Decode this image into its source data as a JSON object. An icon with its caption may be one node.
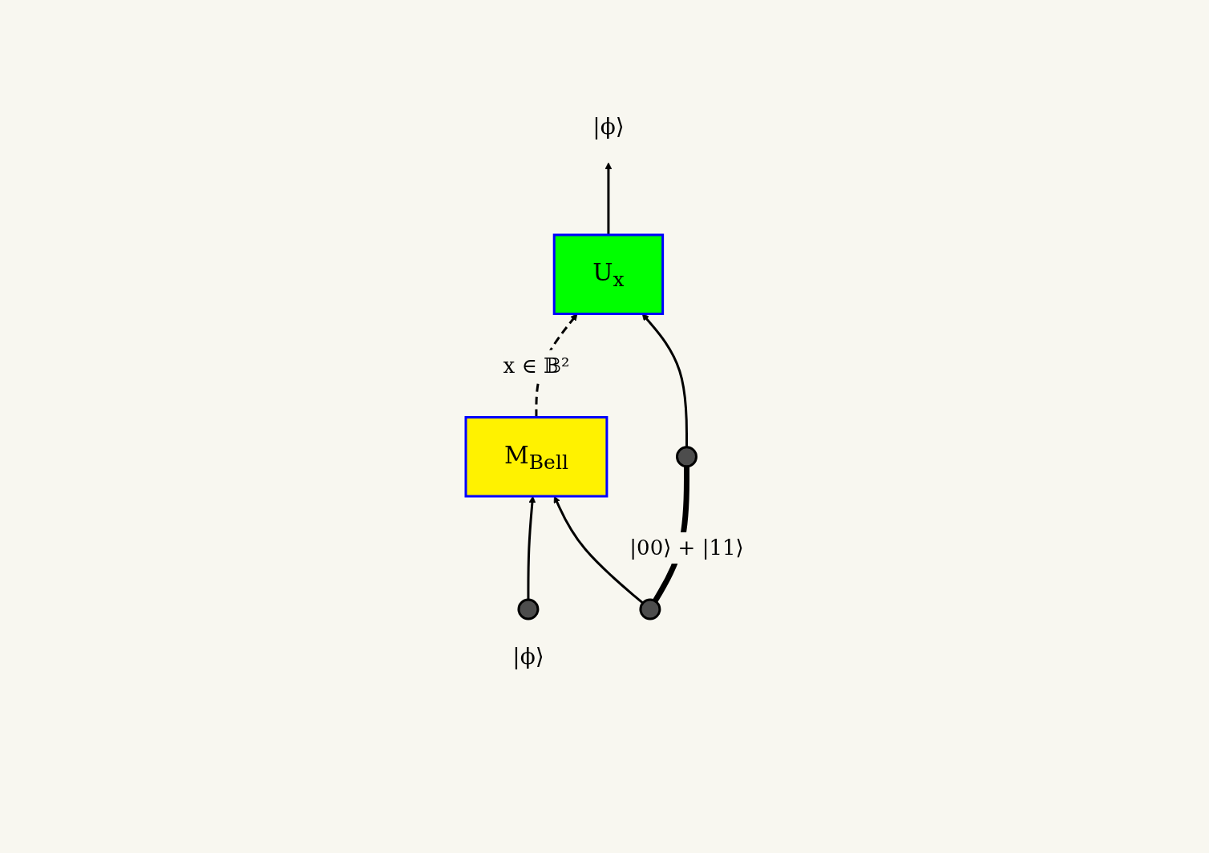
{
  "diagram": {
    "nodes": [
      {
        "text": [
          "M$_{Bell}$"
        ]
      },
      {
        "text": [
          "U$_{x}$"
        ]
      },
      {
        "text": [],
        "shape": "circle",
        "beside": [
          "|ϕ⟩"
        ]
      },
      {
        "text": [],
        "shape": "circle"
      },
      {
        "text": [],
        "shape": "circle"
      },
      {
        "text": [
          "|ϕ⟩"
        ]
      }
    ],
    "edges": [
      {
        "from": 2,
        "to": 0,
        "arrow": "to"
      },
      {
        "from": 3,
        "to": 0,
        "arrow": "to"
      },
      {
        "from": 3,
        "to": 4,
        "arrow": "none",
        "style": "thick",
        "label": "|00⟩ + |11⟩"
      },
      {
        "from": 4,
        "to": 1,
        "arrow": "to"
      },
      {
        "from": 0,
        "to": 1,
        "arrow": "to",
        "style": "dashed",
        "label": "x ∈ 𝔹²"
      },
      {
        "from": 1,
        "to": 5,
        "arrow": "to"
      }
    ]
  }
}
